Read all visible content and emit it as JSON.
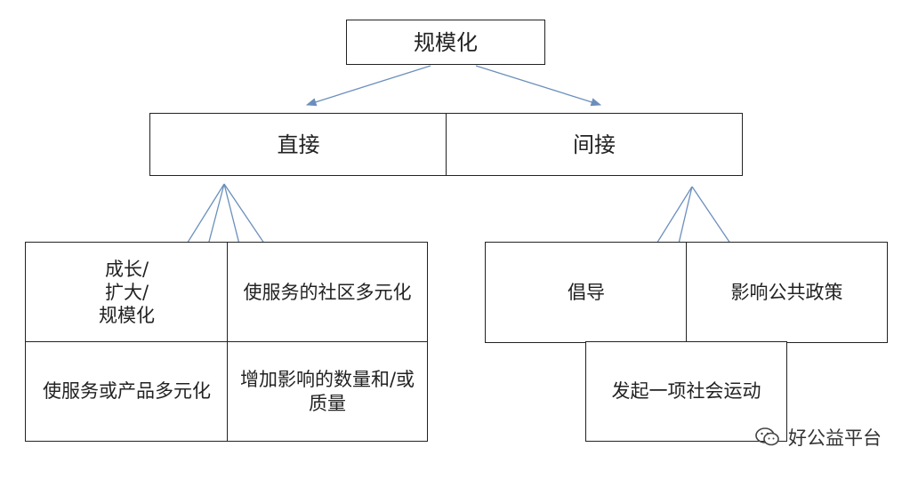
{
  "nodes": {
    "root": {
      "label": "规模化"
    },
    "direct": {
      "label": "直接"
    },
    "indirect": {
      "label": "间接"
    },
    "grow": {
      "lines": [
        "成长/",
        "扩大/",
        "规模化"
      ]
    },
    "diversify_community": {
      "label": "使服务的社区多元化"
    },
    "diversify_products": {
      "label": "使服务或产品多元化"
    },
    "increase_impact": {
      "lines": [
        "增加影响的数量和/或",
        "质量"
      ]
    },
    "advocacy": {
      "label": "倡导"
    },
    "policy": {
      "label": "影响公共政策"
    },
    "movement": {
      "label": "发起一项社会运动"
    }
  },
  "watermark": {
    "text": "好公益平台",
    "icon": "wechat-icon"
  },
  "colors": {
    "arrow": "#6b8fbd",
    "border": "#222222"
  }
}
